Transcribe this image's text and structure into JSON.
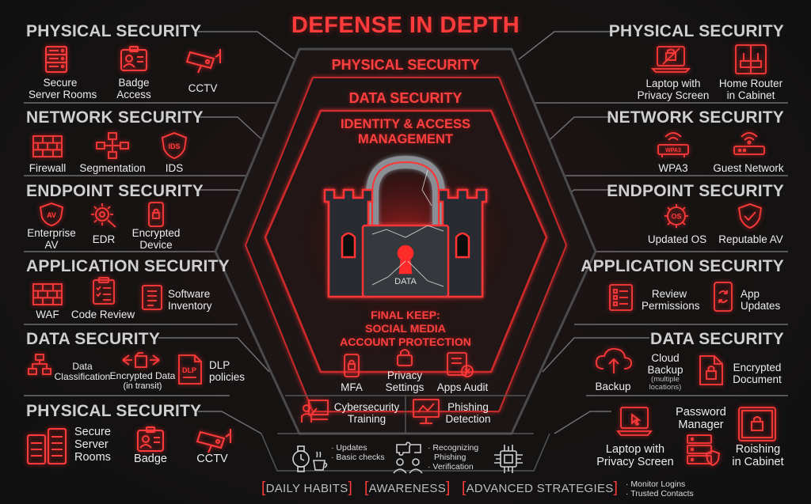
{
  "title": "DEFENSE IN DEPTH",
  "rings": {
    "outer": "PHYSICAL SECURITY",
    "second": "DATA SECURITY",
    "third_line1": "IDENTITY & ACCESS",
    "third_line2": "MANAGEMENT",
    "core_label": "DATA",
    "final_line1": "FINAL KEEP:",
    "final_line2": "SOCIAL MEDIA",
    "final_line3": "ACCOUNT PROTECTION"
  },
  "left": {
    "physical_top": {
      "title": "PHYSICAL SECURITY",
      "items": [
        "Secure",
        "Server Rooms",
        "Badge",
        "Access",
        "CCTV"
      ]
    },
    "network": {
      "title": "NETWORK SECURITY",
      "items": [
        "Firewall",
        "Segmentation",
        "IDS"
      ]
    },
    "endpoint": {
      "title": "ENDPOINT SECURITY",
      "items": [
        "Enterprise",
        "AV",
        "EDR",
        "Encrypted",
        "Device"
      ]
    },
    "application": {
      "title": "APPLICATION SECURITY",
      "items": [
        "WAF",
        "Code Review",
        "Software",
        "Inventory"
      ]
    },
    "data": {
      "title": "DATA SECURITY",
      "items": [
        "Data",
        "Classification",
        "Encrypted Data",
        "(in transit)",
        "DLP",
        "policies"
      ]
    },
    "physical_bottom": {
      "title": "PHYSICAL SECURITY",
      "items": [
        "Secure",
        "Server",
        "Rooms",
        "Badge",
        "CCTV"
      ]
    }
  },
  "right": {
    "physical": {
      "title": "PHYSICAL SECURITY",
      "items": [
        "Laptop with",
        "Privacy Screen",
        "Home Router",
        "in Cabinet"
      ]
    },
    "network": {
      "title": "NETWORK SECURITY",
      "items": [
        "WPA3",
        "Guest Network"
      ]
    },
    "endpoint": {
      "title": "ENDPOINT SECURITY",
      "items": [
        "Updated OS",
        "Reputable AV"
      ]
    },
    "application": {
      "title": "APPLICATION SECURITY",
      "items": [
        "Review",
        "Permissions",
        "App",
        "Updates"
      ]
    },
    "data": {
      "title": "DATA SECURITY",
      "items": [
        "Backup",
        "Cloud",
        "Backup",
        "(multiple",
        "locations)",
        "Encrypted",
        "Document"
      ]
    },
    "physical_bottom": {
      "items": [
        "Laptop with",
        "Privacy Screen",
        "Password",
        "Manager",
        "Roishing",
        "in Cabinet"
      ]
    }
  },
  "center": {
    "items": [
      "MFA",
      "Privacy",
      "Settings",
      "Apps Audit",
      "Cybersecurity",
      "Training",
      "Phishing",
      "Detection"
    ]
  },
  "bottom": {
    "notes1": [
      "· Updates",
      "· Basic checks"
    ],
    "notes2": [
      "· Recognizing",
      "Phishing",
      "· Verification"
    ],
    "tags": [
      "DAILY HABITS",
      "AWARENESS",
      "ADVANCED STRATEGIES"
    ],
    "notes3": [
      "· Monitor Logins",
      "· Trusted Contacts"
    ]
  },
  "icon_badges": {
    "av": "AV",
    "ids": "IDS",
    "os": "OS",
    "dlp": "DLP",
    "wpa": "WPA3"
  },
  "colors": {
    "accent": "#ff3b3b",
    "background": "#141414",
    "heading": "#cfcfcf",
    "text": "#ececec"
  }
}
